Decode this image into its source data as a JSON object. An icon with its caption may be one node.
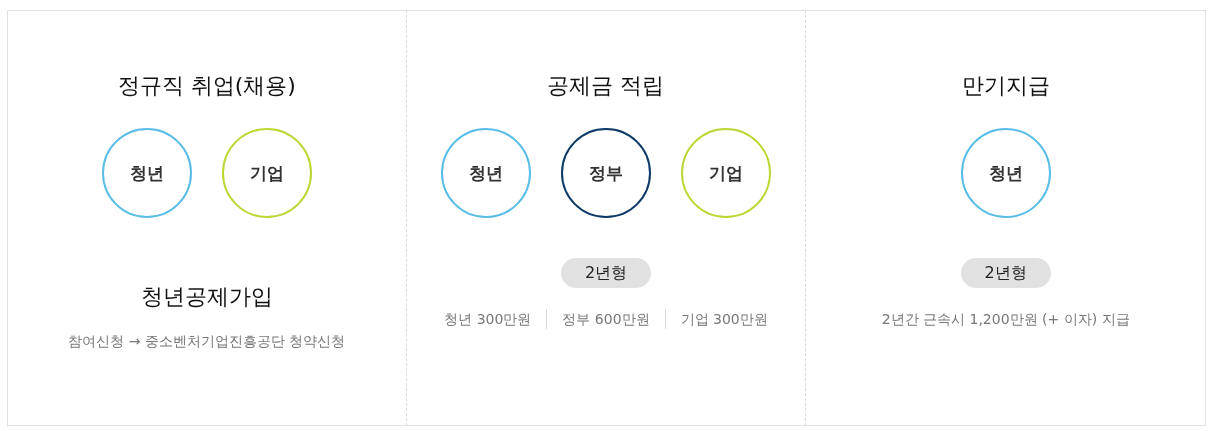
{
  "diagram": {
    "nodes": [
      {
        "text": [
          "정규직 취업(채용)",
          "청년공제가입",
          "참여신청 → 중소벤처기업진흥공단 청약신청"
        ]
      },
      {
        "text": [
          "청년"
        ],
        "in": 0
      },
      {
        "text": [
          "기업"
        ],
        "in": 0
      },
      {
        "text": [
          "공제금 적립",
          "청년 300만원",
          "정부 600만원",
          "기업 300만원"
        ]
      },
      {
        "text": [
          "청년"
        ],
        "in": 3
      },
      {
        "text": [
          "정부"
        ],
        "in": 3
      },
      {
        "text": [
          "기업"
        ],
        "in": 3
      },
      {
        "text": [
          "2년형"
        ],
        "in": 3
      },
      {
        "text": [
          "만기지급",
          "2년간 근속시 1,200만원 (+ 이자) 지급"
        ]
      },
      {
        "text": [
          "청년"
        ],
        "in": 8
      },
      {
        "text": [
          "2년형"
        ],
        "in": 8
      }
    ]
  }
}
